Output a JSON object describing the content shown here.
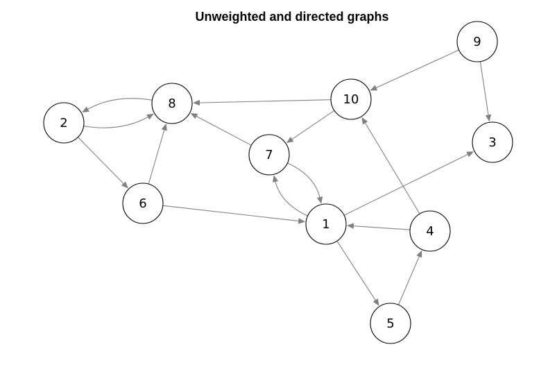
{
  "title": "Unweighted and directed graphs",
  "graph": {
    "directed": true,
    "weighted": false,
    "nodes": [
      {
        "id": "1",
        "label": "1"
      },
      {
        "id": "2",
        "label": "2"
      },
      {
        "id": "3",
        "label": "3"
      },
      {
        "id": "4",
        "label": "4"
      },
      {
        "id": "5",
        "label": "5"
      },
      {
        "id": "6",
        "label": "6"
      },
      {
        "id": "7",
        "label": "7"
      },
      {
        "id": "8",
        "label": "8"
      },
      {
        "id": "9",
        "label": "9"
      },
      {
        "id": "10",
        "label": "10"
      }
    ],
    "edges": [
      {
        "from": "9",
        "to": "10"
      },
      {
        "from": "9",
        "to": "3"
      },
      {
        "from": "10",
        "to": "8"
      },
      {
        "from": "10",
        "to": "7"
      },
      {
        "from": "8",
        "to": "2"
      },
      {
        "from": "2",
        "to": "8"
      },
      {
        "from": "2",
        "to": "6"
      },
      {
        "from": "6",
        "to": "8"
      },
      {
        "from": "6",
        "to": "1"
      },
      {
        "from": "7",
        "to": "8"
      },
      {
        "from": "7",
        "to": "1"
      },
      {
        "from": "1",
        "to": "7"
      },
      {
        "from": "1",
        "to": "3"
      },
      {
        "from": "1",
        "to": "5"
      },
      {
        "from": "4",
        "to": "1"
      },
      {
        "from": "4",
        "to": "10"
      },
      {
        "from": "5",
        "to": "4"
      }
    ]
  },
  "colors": {
    "edge": "#808080",
    "node_fill": "#ffffff",
    "node_stroke": "#000000"
  }
}
